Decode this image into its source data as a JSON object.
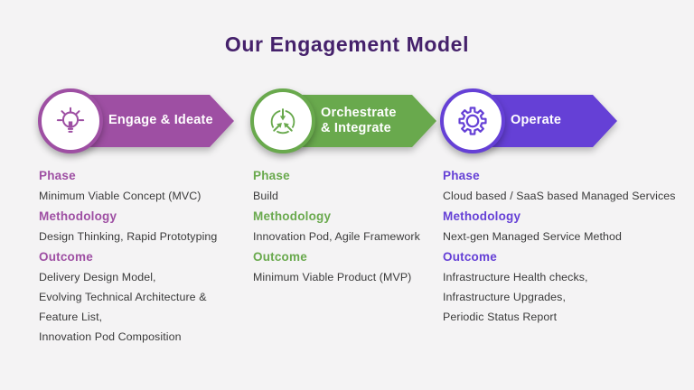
{
  "slide": {
    "title": "Our Engagement Model"
  },
  "colors": {
    "background": "#f4f3f4",
    "title": "#45216b",
    "body_text": "#3a3a3a",
    "stage1_accent": "#9e4fa3",
    "stage2_accent": "#69a94d",
    "stage3_accent": "#6540d6",
    "banner_text": "#ffffff"
  },
  "stages": [
    {
      "label": "Engage & Ideate",
      "icon": "lightbulb-icon",
      "accent": "#9e4fa3",
      "sections": [
        {
          "heading": "Phase",
          "lines": [
            "Minimum Viable Concept (MVC)"
          ]
        },
        {
          "heading": "Methodology",
          "lines": [
            "Design Thinking, Rapid Prototyping"
          ]
        },
        {
          "heading": "Outcome",
          "lines": [
            "Delivery Design Model,",
            "Evolving Technical Architecture &",
            "Feature List,",
            "Innovation Pod Composition"
          ]
        }
      ]
    },
    {
      "label": "Orchestrate & Integrate",
      "icon": "converge-arrows-icon",
      "accent": "#69a94d",
      "sections": [
        {
          "heading": "Phase",
          "lines": [
            "Build"
          ]
        },
        {
          "heading": "Methodology",
          "lines": [
            "Innovation Pod, Agile Framework"
          ]
        },
        {
          "heading": "Outcome",
          "lines": [
            "Minimum Viable Product (MVP)"
          ]
        }
      ]
    },
    {
      "label": "Operate",
      "icon": "gear-icon",
      "accent": "#6540d6",
      "sections": [
        {
          "heading": "Phase",
          "lines": [
            "Cloud based / SaaS based Managed Services"
          ]
        },
        {
          "heading": "Methodology",
          "lines": [
            "Next-gen Managed Service Method"
          ]
        },
        {
          "heading": "Outcome",
          "lines": [
            "Infrastructure Health checks,",
            "Infrastructure Upgrades,",
            "Periodic Status Report"
          ]
        }
      ]
    }
  ]
}
